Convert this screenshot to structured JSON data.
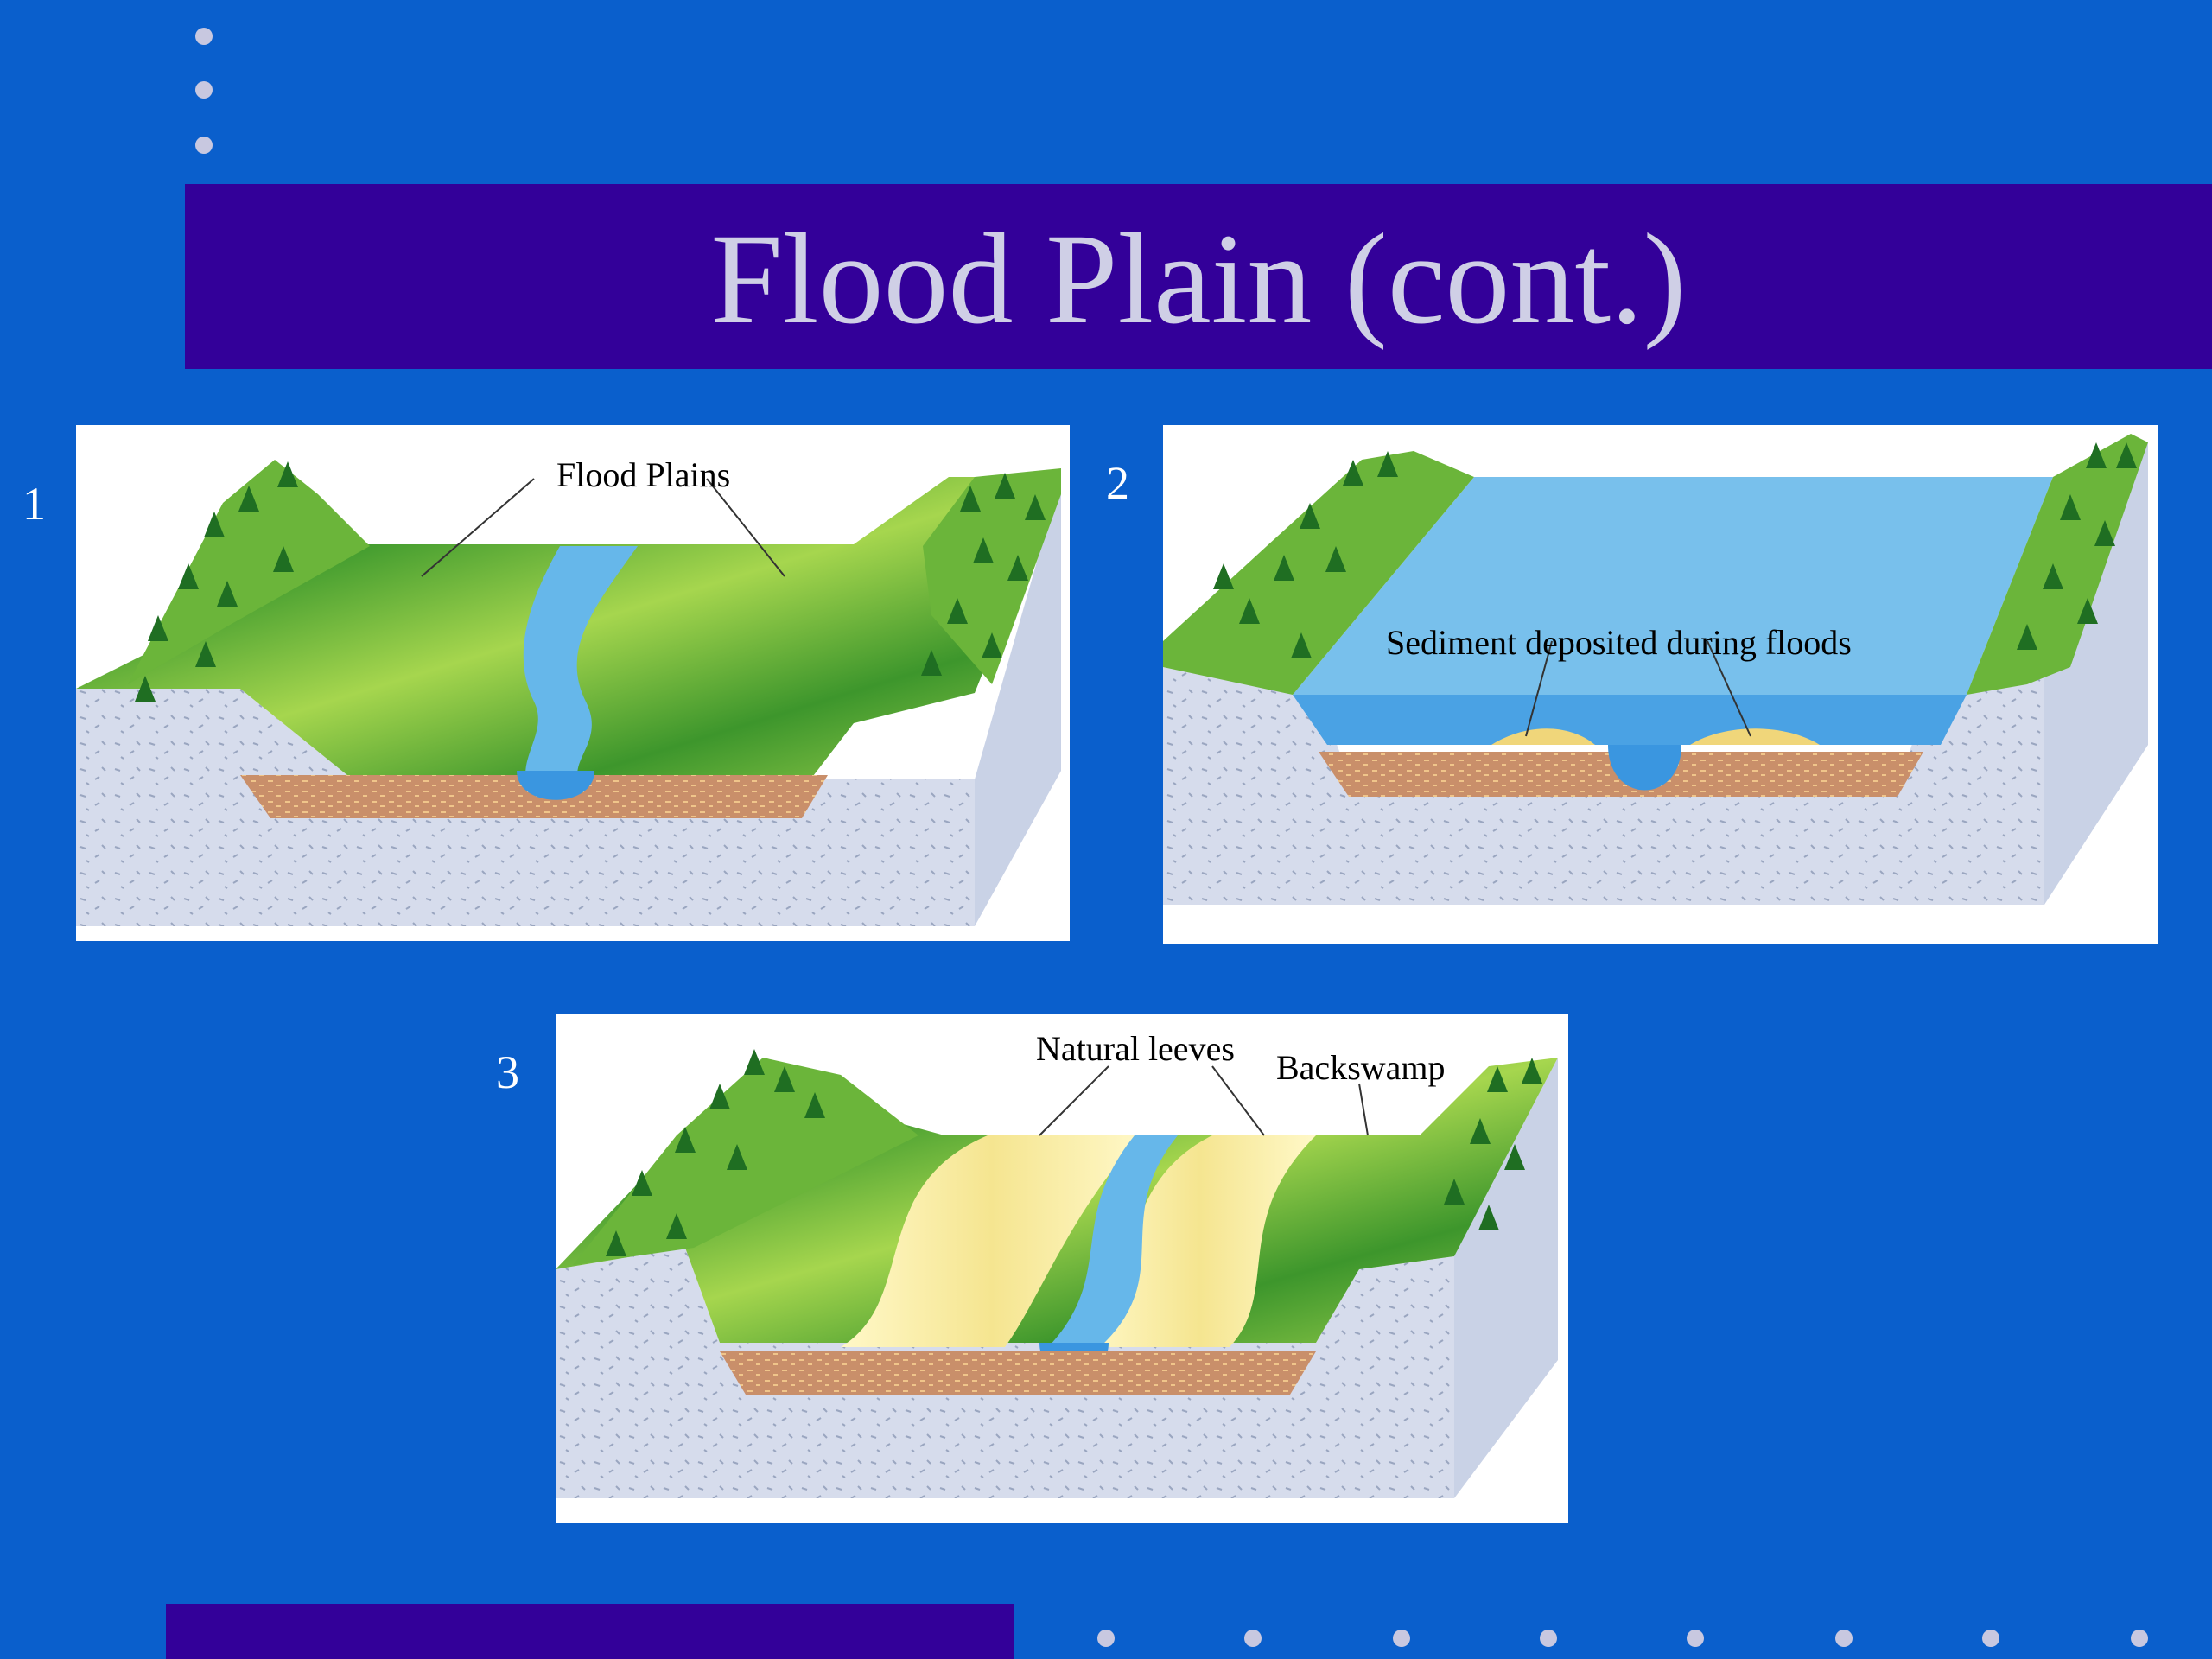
{
  "slide": {
    "title": "Flood Plain (cont.)",
    "colors": {
      "background": "#0a5fcc",
      "title_bar": "#330099",
      "title_text": "#cfcfe6"
    }
  },
  "panels": [
    {
      "number": "1",
      "labels": [
        "Flood Plains"
      ]
    },
    {
      "number": "2",
      "labels": [
        "Sediment deposited during floods"
      ]
    },
    {
      "number": "3",
      "labels": [
        "Natural leeves",
        "Backswamp"
      ]
    }
  ]
}
